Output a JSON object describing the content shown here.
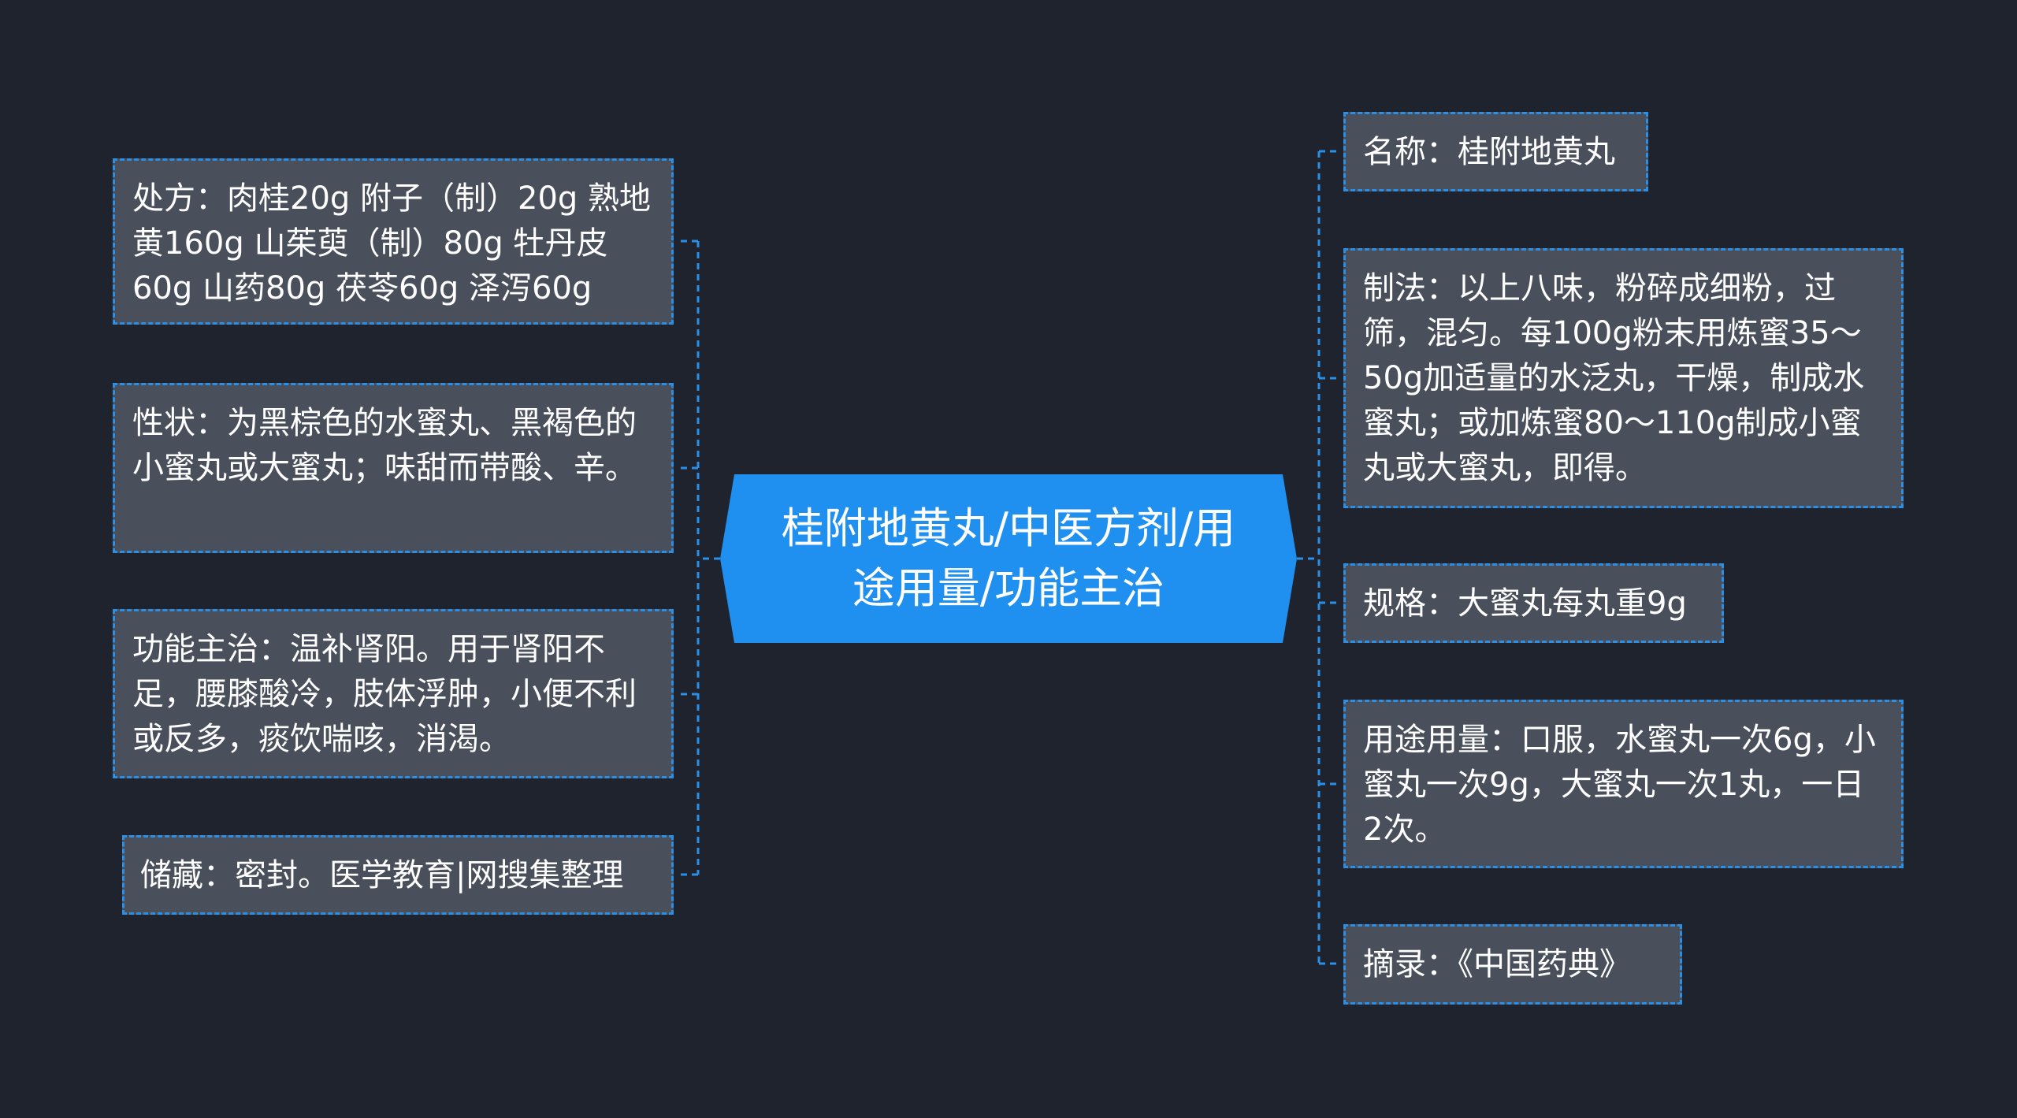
{
  "center": {
    "title": "桂附地黄丸/中医方剂/用途用量/功能主治"
  },
  "left_nodes": [
    {
      "id": "prescription",
      "text": "处方：肉桂20g 附子（制）20g 熟地黄160g 山茱萸（制）80g 牡丹皮60g 山药80g 茯苓60g 泽泻60g"
    },
    {
      "id": "properties",
      "text": "性状：为黑棕色的水蜜丸、黑褐色的小蜜丸或大蜜丸；味甜而带酸、辛。"
    },
    {
      "id": "functions",
      "text": "功能主治：温补肾阳。用于肾阳不足，腰膝酸冷，肢体浮肿，小便不利或反多，痰饮喘咳，消渴。"
    },
    {
      "id": "storage",
      "text": "储藏：密封。医学教育|网搜集整理"
    }
  ],
  "right_nodes": [
    {
      "id": "name",
      "text": "名称：桂附地黄丸"
    },
    {
      "id": "preparation",
      "text": "制法：以上八味，粉碎成细粉，过筛，混匀。每100g粉末用炼蜜35～50g加适量的水泛丸，干燥，制成水蜜丸；或加炼蜜80～110g制成小蜜丸或大蜜丸，即得。"
    },
    {
      "id": "specification",
      "text": "规格：大蜜丸每丸重9g"
    },
    {
      "id": "dosage",
      "text": "用途用量：口服，水蜜丸一次6g，小蜜丸一次9g，大蜜丸一次1丸，一日2次。"
    },
    {
      "id": "source",
      "text": "摘录：《中国药典》"
    }
  ],
  "colors": {
    "background": "#1f232e",
    "center_fill": "#1f8ff0",
    "node_fill": "#4a4f5c",
    "connector": "#2b8fe6",
    "text": "#ffffff"
  }
}
